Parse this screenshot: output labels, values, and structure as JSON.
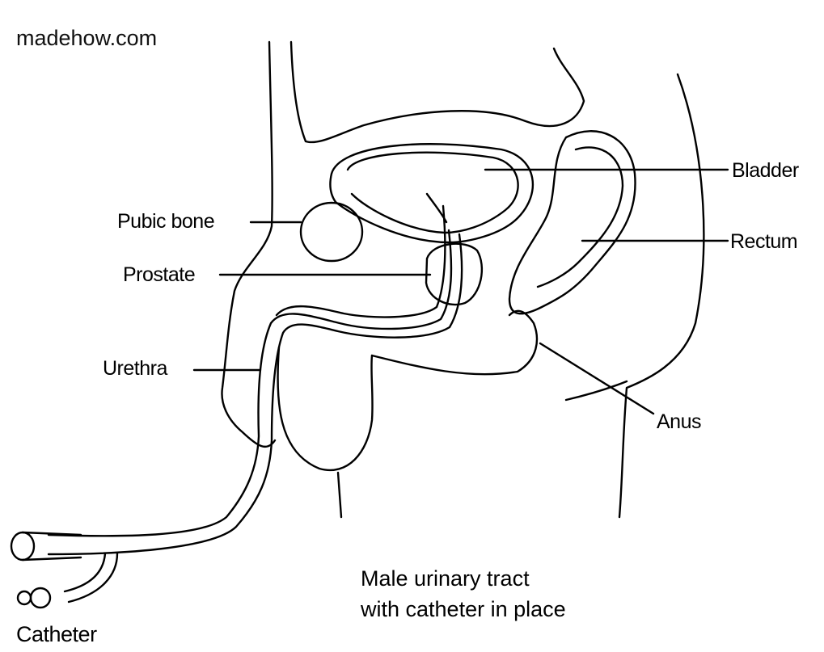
{
  "watermark": "madehow.com",
  "labels": {
    "bladder": "Bladder",
    "rectum": "Rectum",
    "pubic_bone": "Pubic bone",
    "prostate": "Prostate",
    "urethra": "Urethra",
    "anus": "Anus",
    "catheter": "Catheter"
  },
  "caption": {
    "line1": "Male urinary tract",
    "line2": "with catheter in place"
  }
}
